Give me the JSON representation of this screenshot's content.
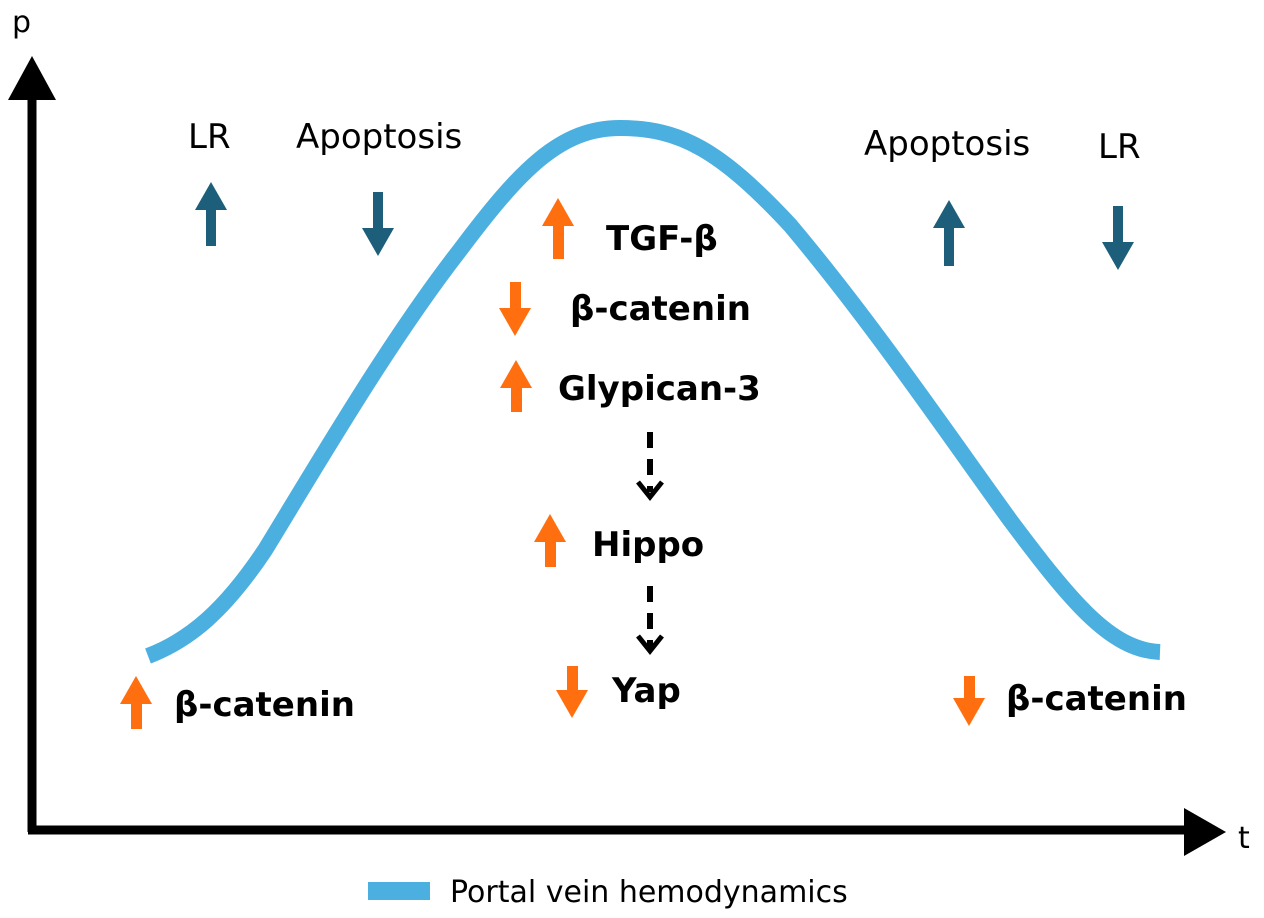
{
  "axes": {
    "y_label": "p",
    "x_label": "t"
  },
  "legend": {
    "label": "Portal vein hemodynamics",
    "color": "#4bafe0"
  },
  "colors": {
    "curve": "#4bafe0",
    "teal_arrow": "#1d5f7a",
    "orange_arrow": "#ff6f10",
    "axis": "#000000"
  },
  "left_top": {
    "lr": {
      "label": "LR",
      "direction": "up"
    },
    "apoptosis": {
      "label": "Apoptosis",
      "direction": "down"
    }
  },
  "right_top": {
    "apoptosis": {
      "label": "Apoptosis",
      "direction": "up"
    },
    "lr": {
      "label": "LR",
      "direction": "down"
    }
  },
  "center": {
    "tgf": {
      "label": "TGF-β",
      "direction": "up"
    },
    "catenin": {
      "label": "β-catenin",
      "direction": "down"
    },
    "glypican": {
      "label": "Glypican-3",
      "direction": "up"
    },
    "hippo": {
      "label": "Hippo",
      "direction": "up"
    },
    "yap": {
      "label": "Yap",
      "direction": "down"
    }
  },
  "bottom_left": {
    "label": "β-catenin",
    "direction": "up"
  },
  "bottom_right": {
    "label": "β-catenin",
    "direction": "down"
  }
}
